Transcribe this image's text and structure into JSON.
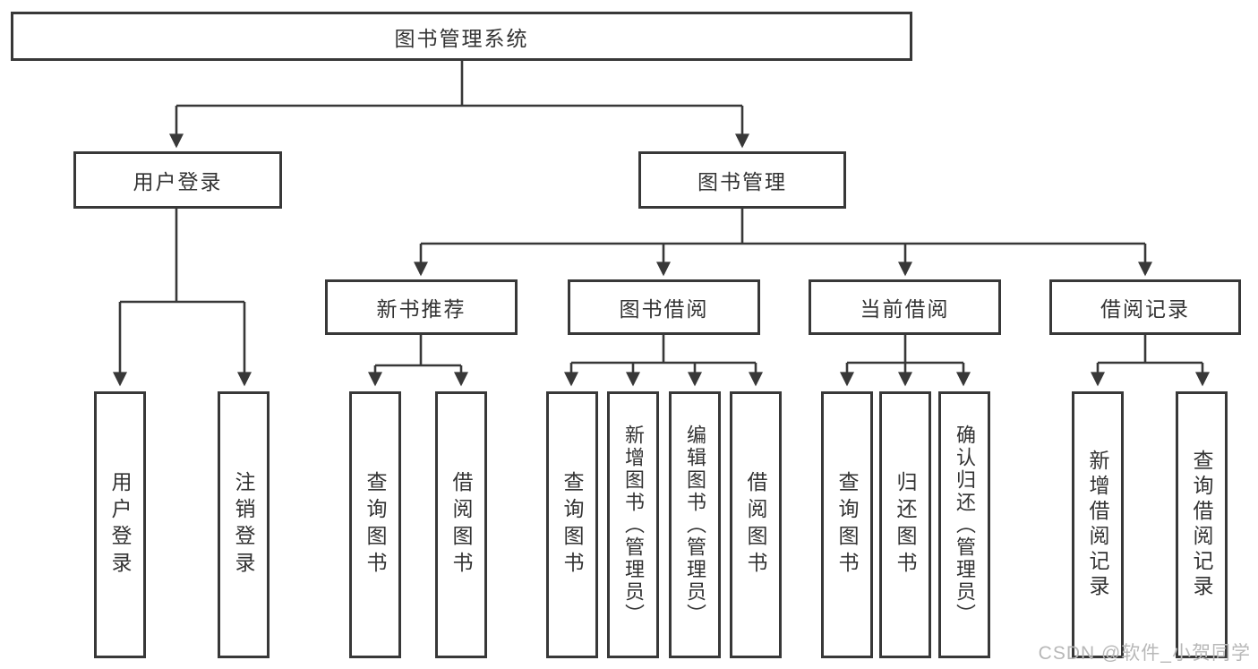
{
  "colors": {
    "line": "#383838",
    "box_border": "#383838",
    "text": "#333333",
    "background": "#ffffff",
    "watermark": "#b8b8b8"
  },
  "tree": {
    "root": {
      "label": "图书管理系统"
    },
    "branches": [
      {
        "label": "用户登录",
        "children": [
          {
            "label": "用户登录"
          },
          {
            "label": "注销登录"
          }
        ]
      },
      {
        "label": "图书管理",
        "children": [
          {
            "label": "新书推荐",
            "children": [
              {
                "label": "查询图书"
              },
              {
                "label": "借阅图书"
              }
            ]
          },
          {
            "label": "图书借阅",
            "children": [
              {
                "label": "查询图书"
              },
              {
                "label": "新增图书（管理员）"
              },
              {
                "label": "编辑图书（管理员）"
              },
              {
                "label": "借阅图书"
              }
            ]
          },
          {
            "label": "当前借阅",
            "children": [
              {
                "label": "查询图书"
              },
              {
                "label": "归还图书"
              },
              {
                "label": "确认归还（管理员）"
              }
            ]
          },
          {
            "label": "借阅记录",
            "children": [
              {
                "label": "新增借阅记录"
              },
              {
                "label": "查询借阅记录"
              }
            ]
          }
        ]
      }
    ]
  },
  "watermark": {
    "text": "CSDN @软件_小贺同学"
  }
}
